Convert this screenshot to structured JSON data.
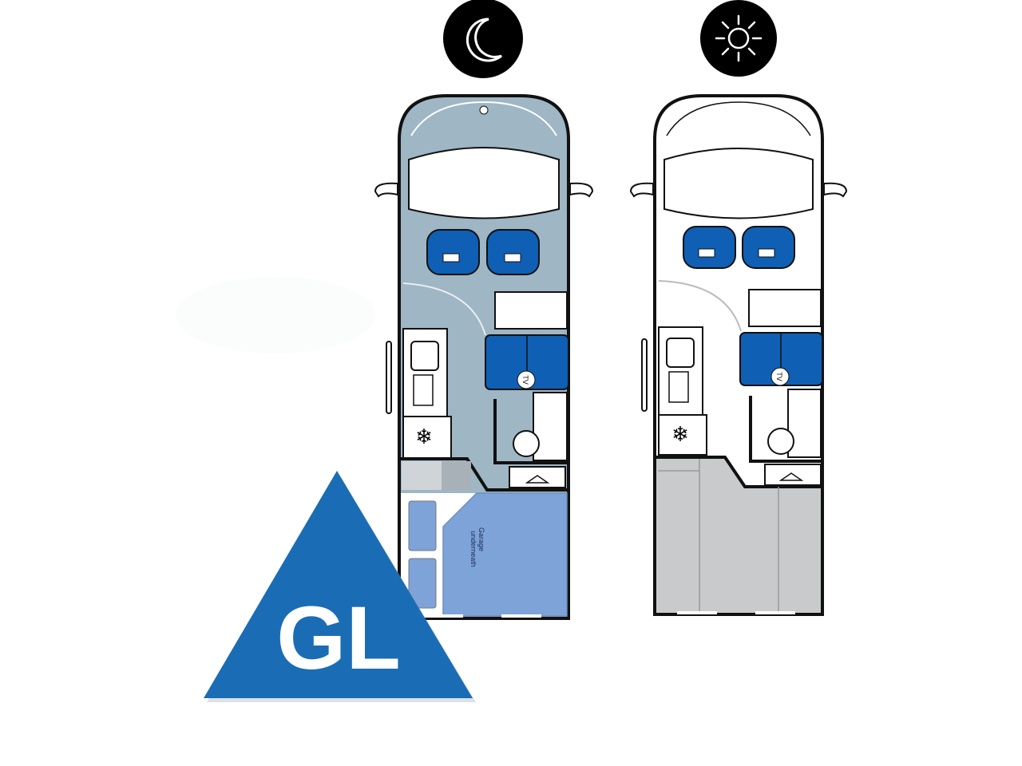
{
  "header": {
    "night_icon": "moon-icon",
    "day_icon": "sun-icon"
  },
  "layouts": {
    "night": {
      "mode": "night",
      "interior_color": "#9fb6c4",
      "garage_label_1": "Garage",
      "garage_label_2": "underneath",
      "tv_label": "TV"
    },
    "day": {
      "mode": "day",
      "interior_color": "#ffffff",
      "tv_label": "TV"
    }
  },
  "badge": {
    "label": "GL",
    "color": "#1a6db5"
  },
  "colors": {
    "seat_blue": "#0f5fb5",
    "garage_blue": "#7ea3d8",
    "rear_gray": "#c9cacc",
    "outline": "#111111"
  }
}
